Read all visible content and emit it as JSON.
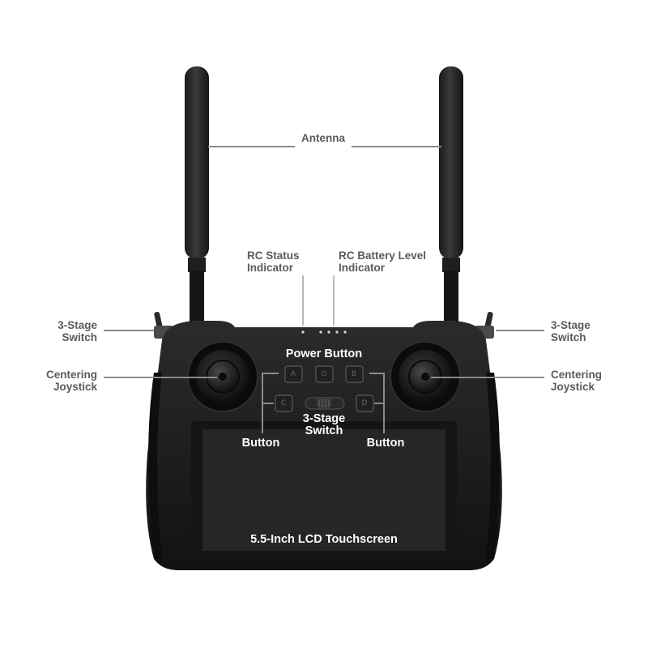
{
  "labels": {
    "antenna": "Antenna",
    "rc_status_line1": "RC Status",
    "rc_status_line2": "Indicator",
    "rc_battery_line1": "RC Battery Level",
    "rc_battery_line2": "Indicator",
    "left_switch_line1": "3-Stage",
    "left_switch_line2": "Switch",
    "right_switch_line1": "3-Stage",
    "right_switch_line2": "Switch",
    "left_joystick_line1": "Centering",
    "left_joystick_line2": "Joystick",
    "right_joystick_line1": "Centering",
    "right_joystick_line2": "Joystick",
    "power_button": "Power Button",
    "center_switch_line1": "3-Stage",
    "center_switch_line2": "Switch",
    "left_button": "Button",
    "right_button": "Button",
    "screen": "5.5-Inch LCD Touchscreen"
  },
  "buttons": {
    "a": "A",
    "b": "B",
    "c": "C",
    "d": "D",
    "power": "⏻"
  },
  "colors": {
    "body": "#1b1b1b",
    "label": "#5b5b5b",
    "leader_line": "#8a8a8a",
    "screen": "#262626"
  }
}
